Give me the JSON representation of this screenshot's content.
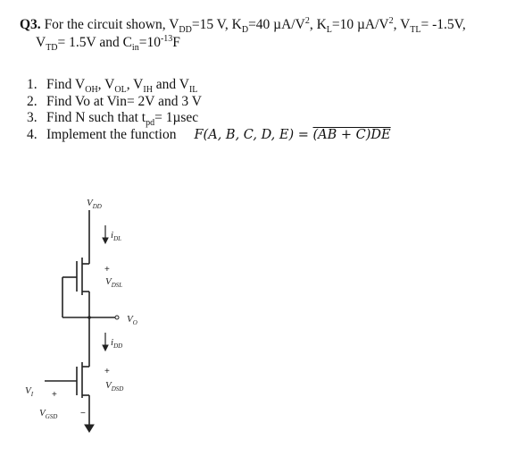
{
  "question": {
    "number": "Q3.",
    "line1_text": "For the circuit shown, V",
    "params": {
      "VDD": "15 V",
      "KD": "40 µA/V",
      "KL": "10 µA/V",
      "VTL": "-1.5V,",
      "VTD": "1.5V",
      "Cin": "10"
    }
  },
  "tasks": [
    {
      "num": "1.",
      "text": "Find V",
      "rest": "Find VOH, VOL, VIH and VIL"
    },
    {
      "num": "2.",
      "text": "Find Vo at  Vin= 2V and 3 V"
    },
    {
      "num": "3.",
      "text": "Find N such that tpd= 1µsec"
    },
    {
      "num": "4.",
      "text": "Implement the function",
      "formula": "F(A, B, C, D, E) = (AB + C)DE"
    }
  ],
  "circuit_labels": {
    "vdd": "V",
    "vdd_sub": "DD",
    "idl": "i",
    "idl_sub": "DL",
    "vdsl": "V",
    "vdsl_sub": "DSL",
    "vo": "V",
    "vo_sub": "O",
    "idd": "i",
    "idd_sub": "DD",
    "vdsd": "V",
    "vdsd_sub": "DSD",
    "vi": "V",
    "vi_sub": "I",
    "vgsd": "V",
    "vgsd_sub": "GSD"
  }
}
